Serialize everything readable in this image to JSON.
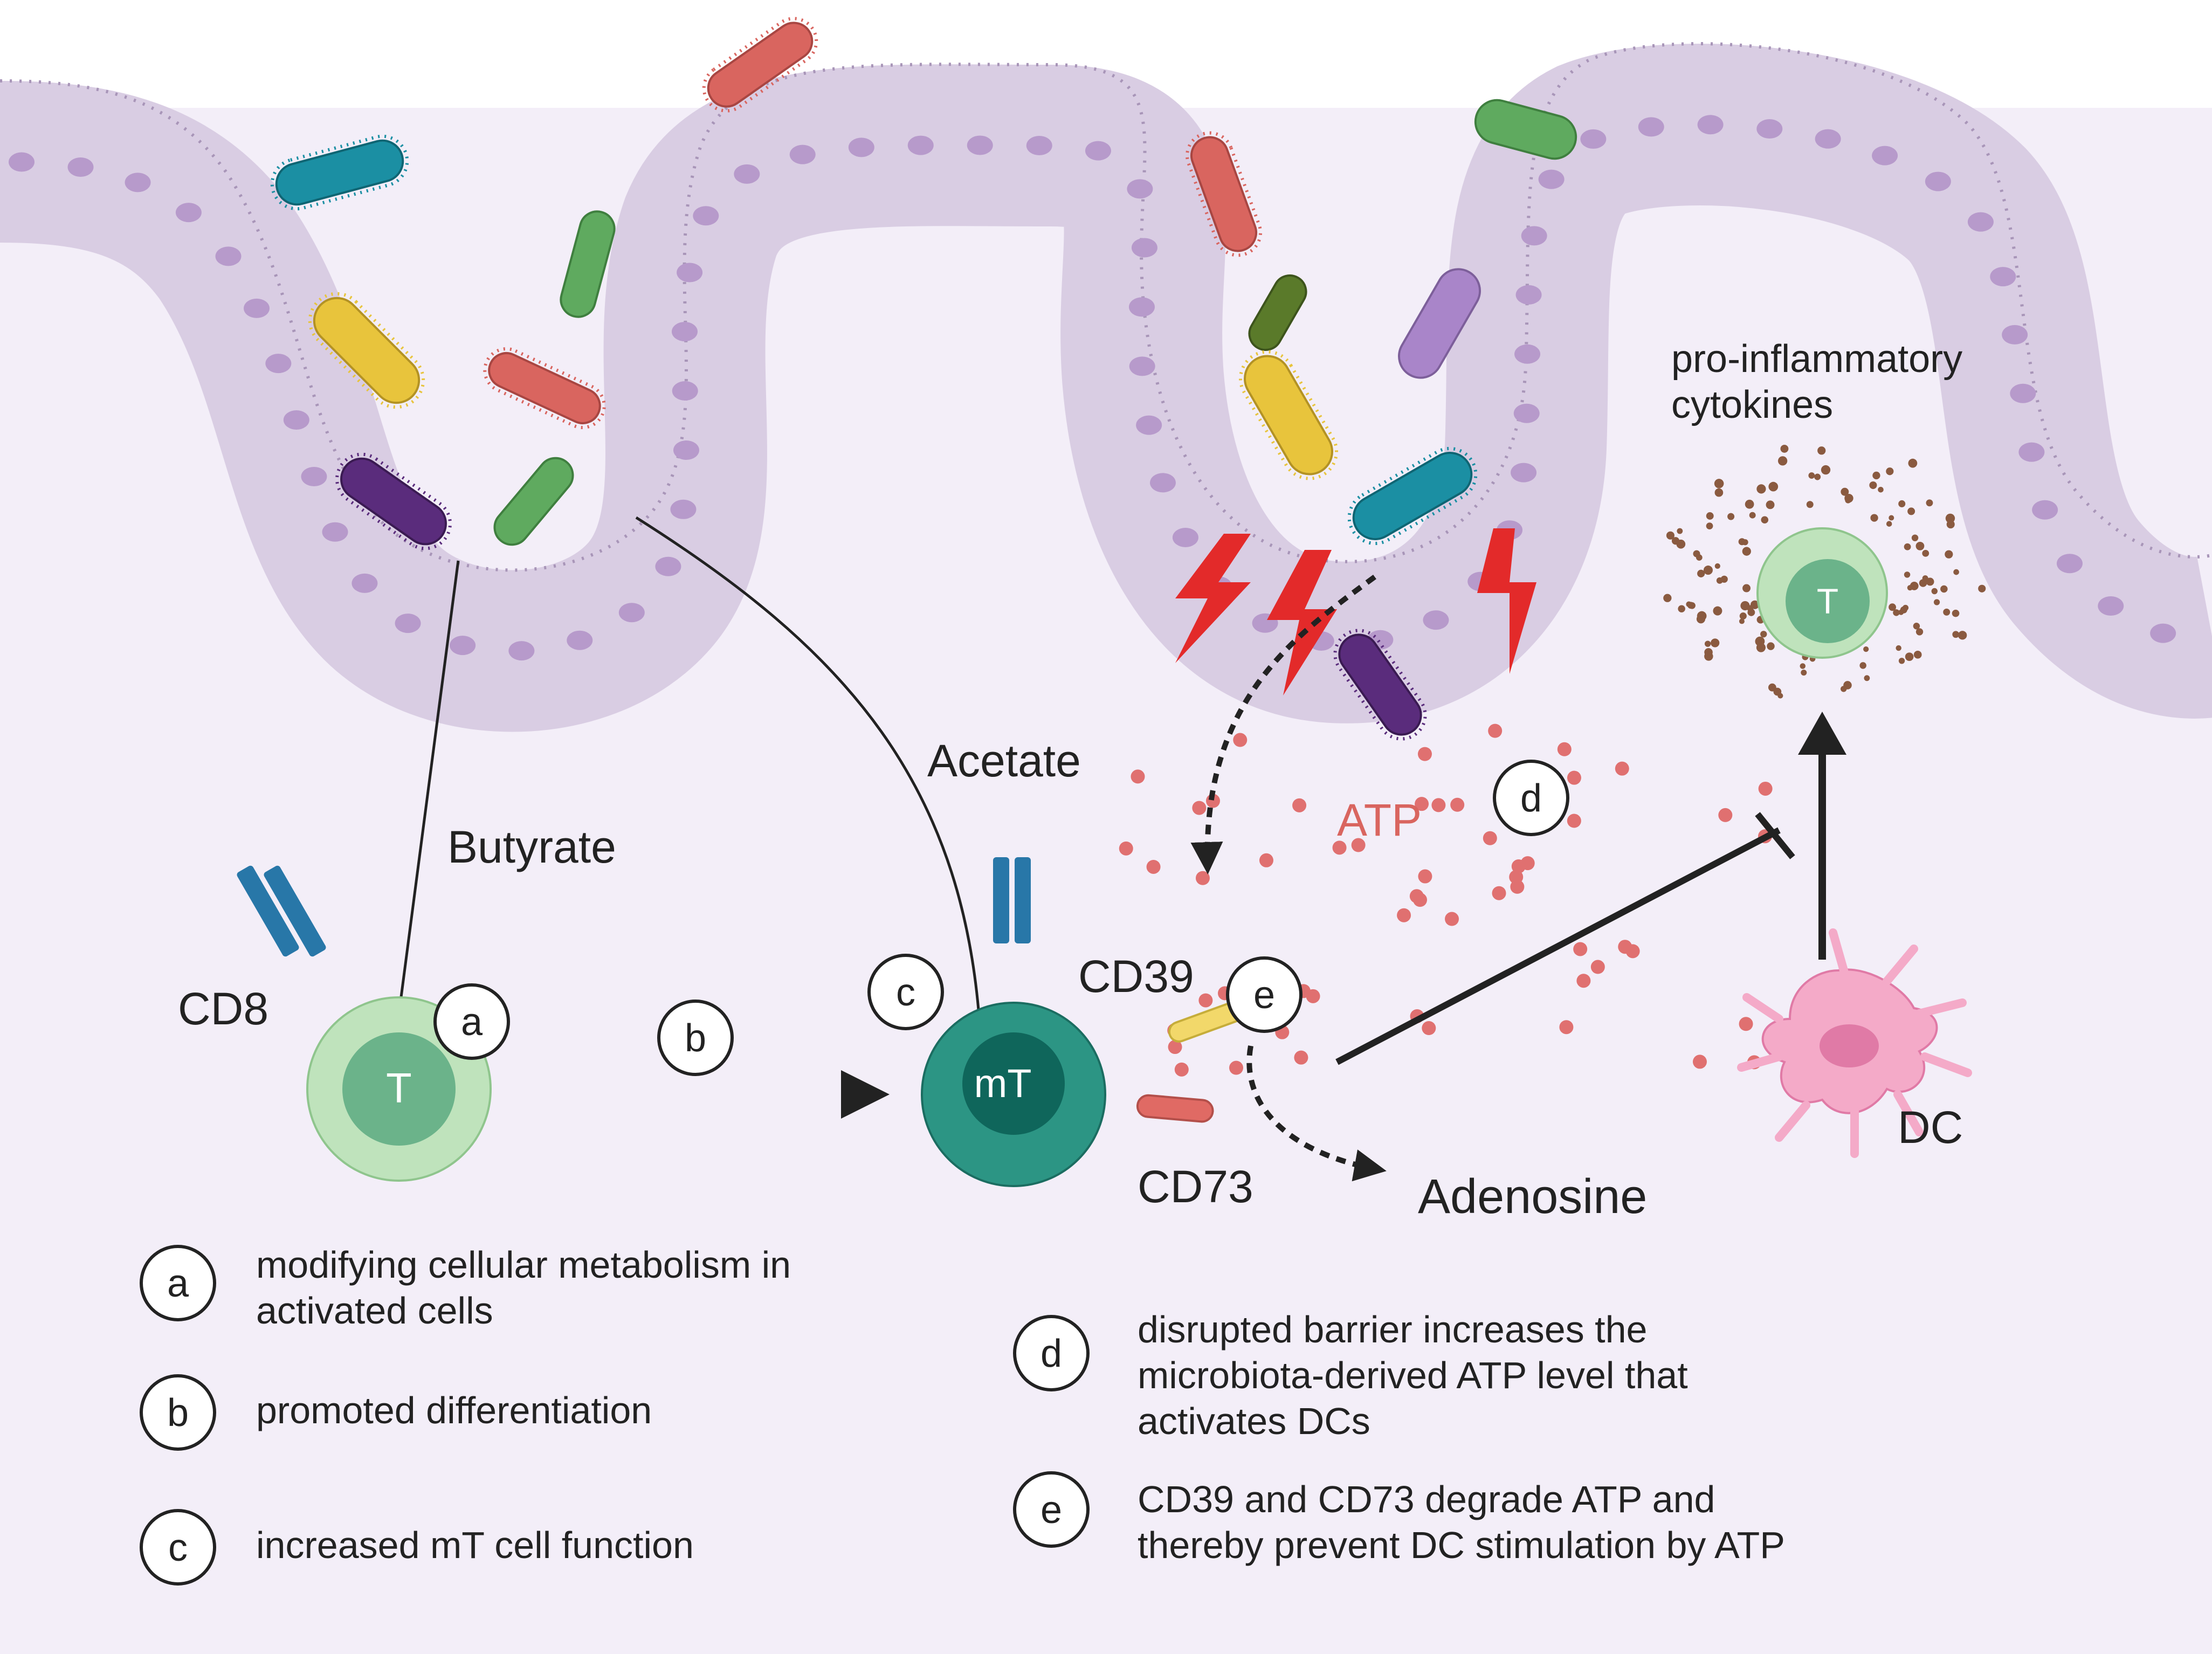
{
  "labels": {
    "butyrate": "Butyrate",
    "acetate": "Acetate",
    "cd8": "CD8",
    "cd39": "CD39",
    "cd73": "CD73",
    "atp": "ATP",
    "adenosine": "Adenosine",
    "dc": "DC",
    "cytokines_line1": "pro-inflammatory",
    "cytokines_line2": "cytokines",
    "t_cell": "T",
    "memory_t_cell": "mT",
    "effector_t_cell": "T"
  },
  "step_markers": {
    "a": "a",
    "b": "b",
    "c": "c",
    "d": "d",
    "e": "e"
  },
  "legend": [
    {
      "key": "a",
      "lines": [
        "modifying cellular metabolism in",
        "activated cells"
      ]
    },
    {
      "key": "b",
      "lines": [
        "promoted differentiation"
      ]
    },
    {
      "key": "c",
      "lines": [
        "increased mT cell function"
      ]
    },
    {
      "key": "d",
      "lines": [
        "disrupted barrier increases the",
        "microbiota-derived ATP level that",
        "activates DCs"
      ]
    },
    {
      "key": "e",
      "lines": [
        "CD39 and CD73 degrade ATP and",
        "thereby prevent DC stimulation by ATP"
      ]
    }
  ],
  "colors": {
    "background": "#f3eef8",
    "epithelium": "#d9cde3",
    "epithelium_stroke": "#a895b8",
    "nucleus": "#b79acb",
    "naive_t_outer": "#bfe3bc",
    "naive_t_inner": "#6bb38a",
    "memory_t_outer": "#2c9584",
    "memory_t_inner": "#0f665b",
    "atp_dots": "#e07070",
    "atp_text": "#d9655f",
    "dendritic_cell": "#f4aac8",
    "lightning": "#e32a2a",
    "receptor": "#2877a8",
    "cd39": "#f2d86a",
    "cd73": "#e06a64"
  }
}
